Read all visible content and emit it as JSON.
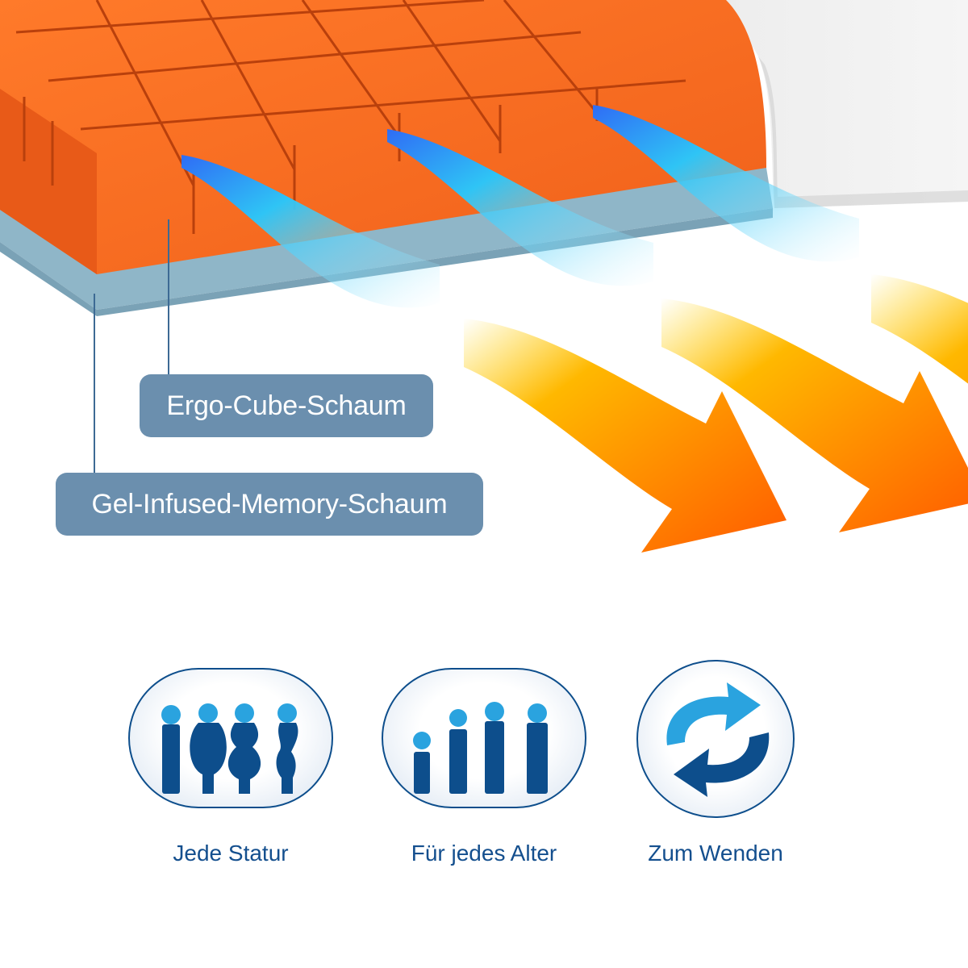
{
  "labels": {
    "top_layer": "Ergo-Cube-Schaum",
    "bottom_layer": "Gel-Infused-Memory-Schaum"
  },
  "features": [
    {
      "caption": "Jede Statur",
      "icon": "body-types-icon"
    },
    {
      "caption": "Für jedes Alter",
      "icon": "age-groups-icon"
    },
    {
      "caption": "Zum Wenden",
      "icon": "flip-arrows-icon"
    }
  ],
  "colors": {
    "foam_orange": "#f26a1e",
    "memory_foam": "#8fb6c8",
    "label_bg": "#6b8fae",
    "icon_blue": "#0d4e8c",
    "icon_light_blue": "#2aa3df",
    "cool_air": "#35c8f2",
    "warm_air": "#ff8a00"
  }
}
